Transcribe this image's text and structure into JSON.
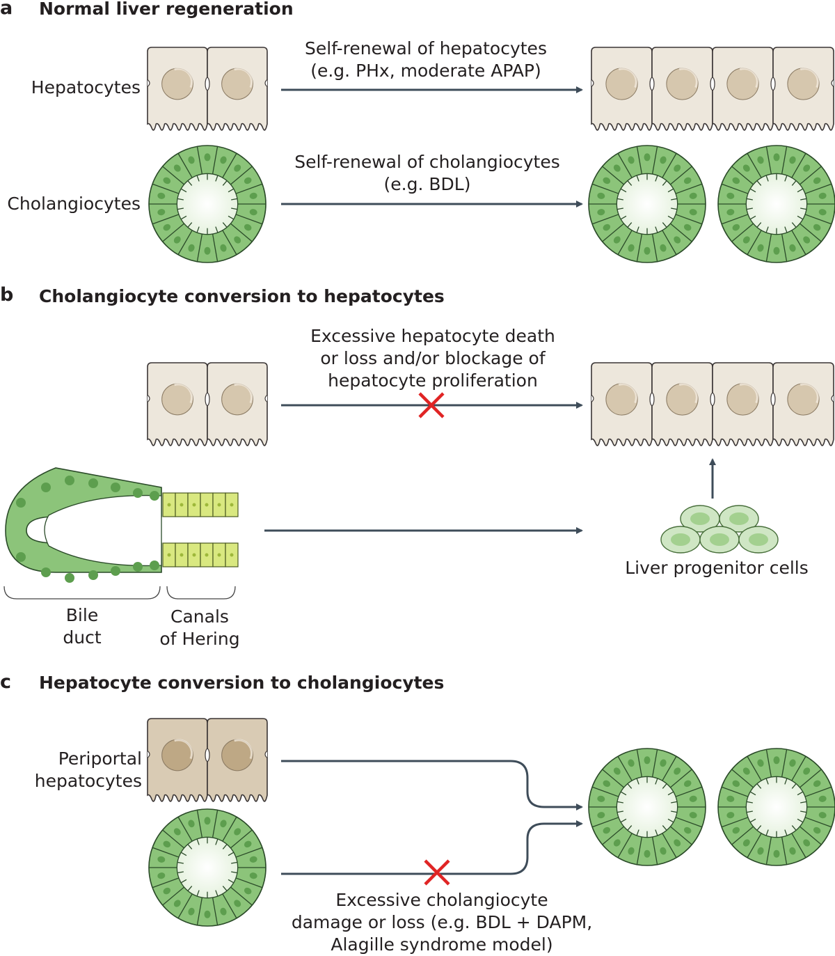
{
  "panels": {
    "a": {
      "letter": "a",
      "title": "Normal liver regeneration",
      "hepatocytes_label": "Hepatocytes",
      "cholangiocytes_label": "Cholangiocytes",
      "arrow1_text": [
        "Self-renewal of hepatocytes",
        "(e.g. PHx, moderate APAP)"
      ],
      "arrow2_text": [
        "Self-renewal of cholangiocytes",
        "(e.g. BDL)"
      ]
    },
    "b": {
      "letter": "b",
      "title": "Cholangiocyte conversion to hepatocytes",
      "blocked_text": [
        "Excessive hepatocyte death",
        "or loss and/or blockage of",
        "hepatocyte proliferation"
      ],
      "progenitor_label": "Liver progenitor cells",
      "bile_duct_label": [
        "Bile",
        "duct"
      ],
      "canals_label": [
        "Canals",
        "of Hering"
      ]
    },
    "c": {
      "letter": "c",
      "title": "Hepatocyte conversion to cholangiocytes",
      "periportal_label": [
        "Periportal",
        "hepatocytes"
      ],
      "damage_text": [
        "Excessive cholangiocyte",
        "damage or loss (e.g. BDL + DAPM,",
        "Alagille syndrome model)"
      ]
    }
  },
  "colors": {
    "hepatocyte_fill": "#ede7dc",
    "hepatocyte_stroke": "#3a3535",
    "nucleus": "#d6c7ae",
    "periportal_fill": "#d9cbb4",
    "periportal_nucleus": "#bea885",
    "chol_fill": "#8cc47a",
    "chol_stroke": "#2a4a28",
    "chol_nucleus": "#5d9e4e",
    "canal_fill": "#d9e880",
    "progenitor_fill": "#cfe6c4",
    "progenitor_nucleus": "#a3d08f",
    "arrow": "#3e4c59",
    "block_x": "#e02424"
  }
}
